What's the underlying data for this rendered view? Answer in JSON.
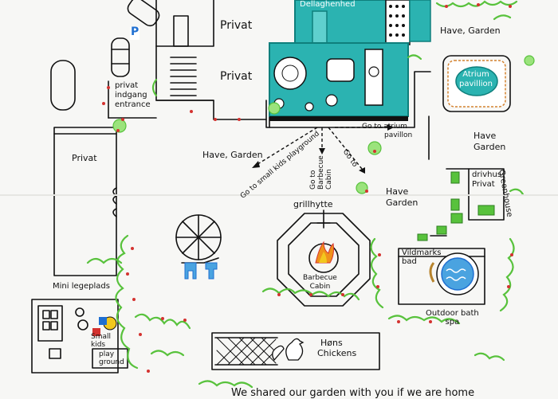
{
  "labels": {
    "privat_top": "Privat",
    "privat_mid": "Privat",
    "privat_left": "Privat",
    "private_entrance_line1": "privat",
    "private_entrance_line2": "indgang",
    "private_entrance_line3": "entrance",
    "parking_letter": "P",
    "top_house_title": "Dellaghenhed",
    "have_garden_top_right": "Have, Garden",
    "atrium_line1": "Atrium",
    "atrium_line2": "pavillion",
    "go_to_atrium_line1": "Go to atrium",
    "go_to_atrium_line2": "pavillon",
    "have_garden_right_line1": "Have",
    "have_garden_right_line2": "Garden",
    "have_garden_center": "Have, Garden",
    "go_small_kids": "Go to small kids playground",
    "go_bbq_line1": "Go to",
    "go_bbq_line2": "Barbecue",
    "go_bbq_line3": "Cabin",
    "go_to": "Go to",
    "drivhus_line1": "drivhus",
    "drivhus_line2": "Privat",
    "greenhouse": "Greenhouse",
    "grillhytte": "grillhytte",
    "have_garden_mid_line1": "Have",
    "have_garden_mid_line2": "Garden",
    "barbecue_line1": "Barbecue",
    "barbecue_line2": "Cabin",
    "vildmarks_line1": "Vildmarks",
    "vildmarks_line2": "bad",
    "outdoor_bath_line1": "Outdoor bath",
    "outdoor_bath_line2": "spa",
    "mini_legeplads": "Mini legeplads",
    "small_kids_line1": "Small",
    "small_kids_line2": "kids",
    "playground_line1": "play",
    "playground_line2": "ground",
    "hons_line1": "Høns",
    "hons_line2": "Chickens",
    "footer_caption": "We shared our garden with you if we are home"
  },
  "colors": {
    "teal": "#2bb3b1",
    "teal_dark": "#0f7f7c",
    "green": "#58c23c",
    "green_light": "#9be37c",
    "red": "#d4322f",
    "blue": "#1f6fd1",
    "orange": "#f0921b",
    "yellow": "#f2c81e"
  },
  "icons": {
    "parking": "parking-sign-icon",
    "car": "car-icon",
    "umbrella": "umbrella-table-icon",
    "fire": "fire-pit-icon",
    "hot_tub": "hot-tub-icon",
    "chicken": "chicken-icon"
  }
}
